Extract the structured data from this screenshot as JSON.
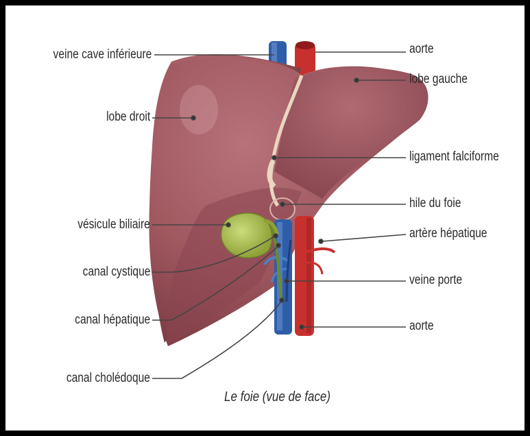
{
  "labels_left": [
    "veine cave inférieure",
    "lobe droit",
    "vésicule biliaire",
    "canal cystique",
    "canal hépatique",
    "canal cholédoque"
  ],
  "labels_right": [
    "aorte",
    "lobe gauche",
    "ligament falciforme",
    "hile du foie",
    "artère hépatique",
    "veine porte",
    "aorte"
  ],
  "caption": "Le foie (vue de face)",
  "colors": {
    "frame": "#000000",
    "liver": "#a45a60",
    "liver_shadow": "#7a3d44",
    "vena_cava": "#2f5ea8",
    "aorta": "#c8302e",
    "gallbladder": "#a9c04a",
    "ligament": "#e9d7c0"
  }
}
